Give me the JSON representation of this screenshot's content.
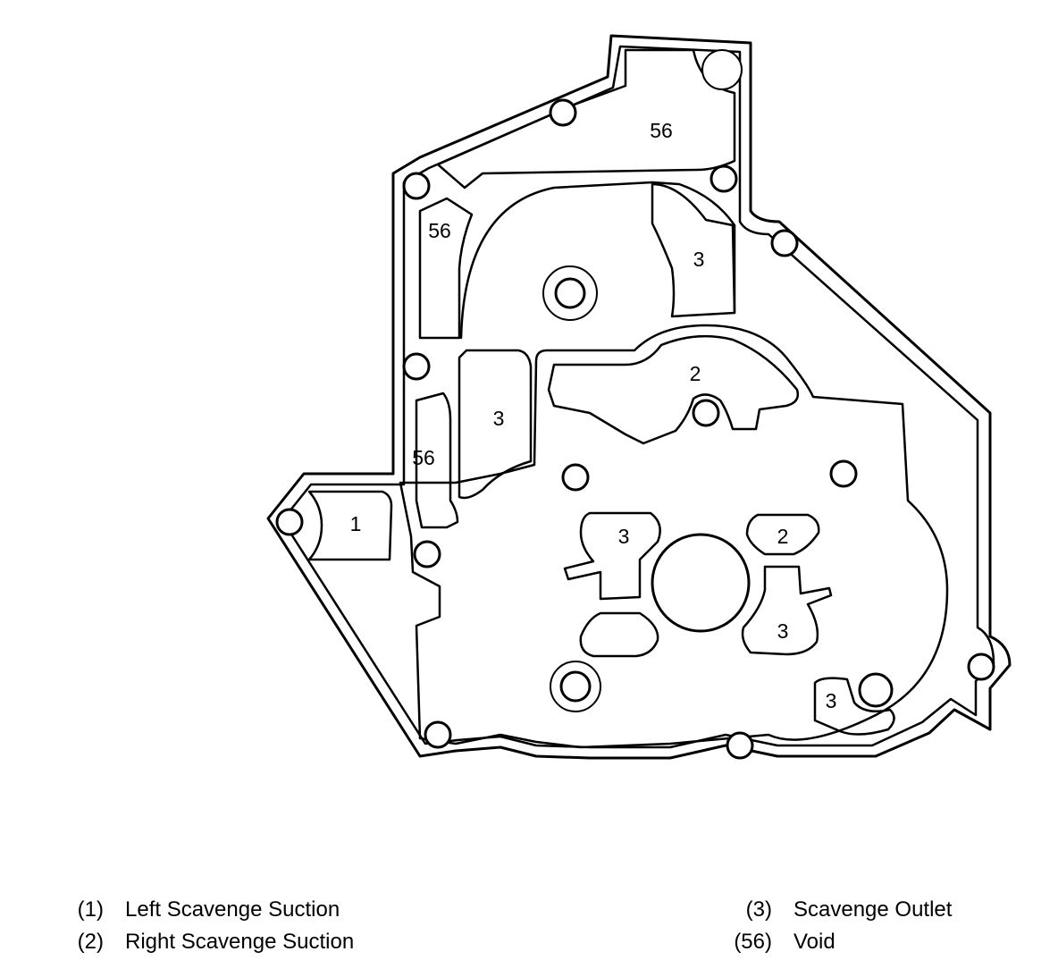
{
  "callouts": {
    "void_top": "56",
    "void_left_upper": "56",
    "void_left_lower": "56",
    "outlet_upper_right": "3",
    "outlet_left": "3",
    "outlet_center_left": "3",
    "outlet_center_right": "3",
    "outlet_lower_right": "3",
    "right_suction_upper": "2",
    "right_suction_center": "2",
    "left_suction": "1"
  },
  "legend": [
    {
      "num": "(1)",
      "label": "Left Scavenge Suction"
    },
    {
      "num": "(2)",
      "label": "Right Scavenge Suction"
    },
    {
      "num": "(3)",
      "label": "Scavenge Outlet"
    },
    {
      "num": "(56)",
      "label": "Void"
    }
  ]
}
